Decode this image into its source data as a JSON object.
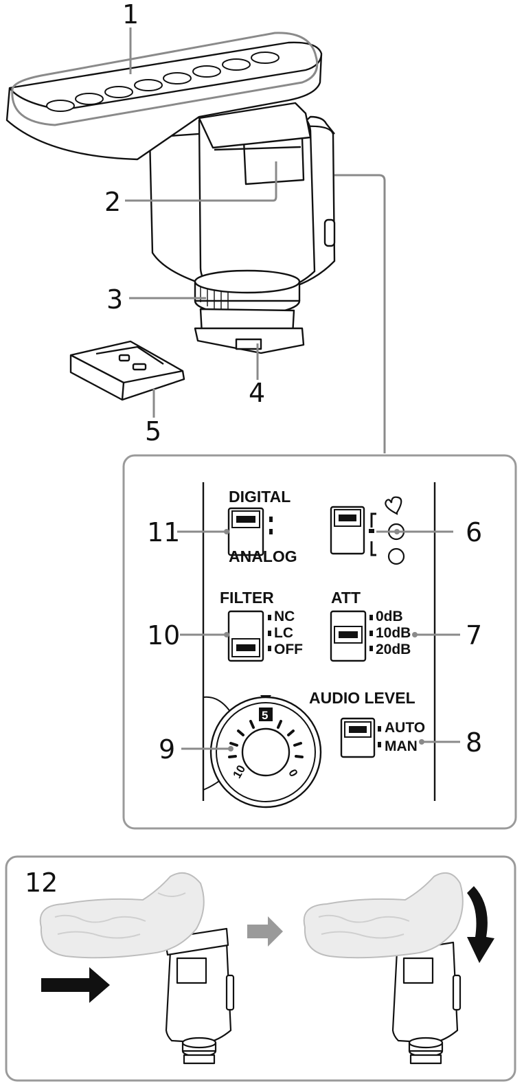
{
  "callouts": {
    "c1": "1",
    "c2": "2",
    "c3": "3",
    "c4": "4",
    "c5": "5",
    "c6": "6",
    "c7": "7",
    "c8": "8",
    "c9": "9",
    "c10": "10",
    "c11": "11",
    "c12": "12"
  },
  "panel": {
    "digital_label": "DIGITAL",
    "analog_label": "ANALOG",
    "filter_label": "FILTER",
    "filter_options": [
      "NC",
      "LC",
      "OFF"
    ],
    "att_label": "ATT",
    "att_options": [
      "0dB",
      "10dB",
      "20dB"
    ],
    "audio_level_label": "AUDIO LEVEL",
    "audio_level_options": [
      "AUTO",
      "MAN"
    ],
    "dial": {
      "top": "5",
      "left": "10",
      "right": "0"
    }
  },
  "colors": {
    "line": "#111111",
    "gray_callout": "#8a8a8a",
    "frame": "#9a9a9a",
    "arrow_gray": "#9a9a9a"
  }
}
